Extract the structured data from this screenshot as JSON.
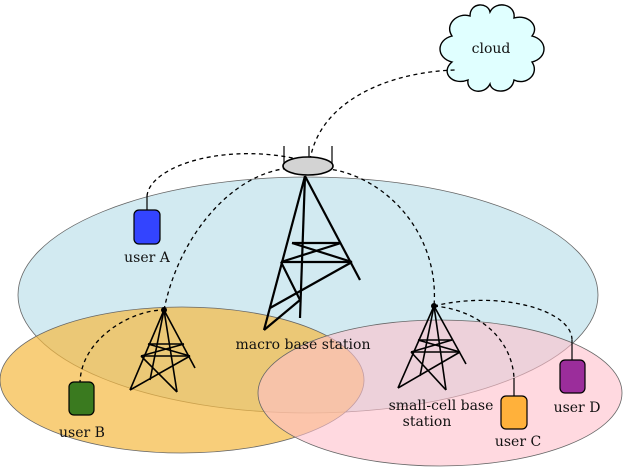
{
  "nodes": {
    "cloud": {
      "label": "cloud"
    },
    "macro": {
      "label": "macro base station"
    },
    "small_cell": {
      "label_line1": "small-cell base",
      "label_line2": "station"
    },
    "user_a": {
      "label": "user A"
    },
    "user_b": {
      "label": "user B"
    },
    "user_c": {
      "label": "user C"
    },
    "user_d": {
      "label": "user D"
    }
  },
  "colors": {
    "macro_coverage": "#add8e6",
    "small_left_coverage": "#f5b942",
    "small_right_coverage": "#ffc0cb",
    "cloud_fill": "#e0ffff",
    "dish_fill": "#d3d3d3",
    "user_a": "#3344ff",
    "user_b": "#3a7a1f",
    "user_c": "#ffb13b",
    "user_d": "#9b2d9b"
  }
}
